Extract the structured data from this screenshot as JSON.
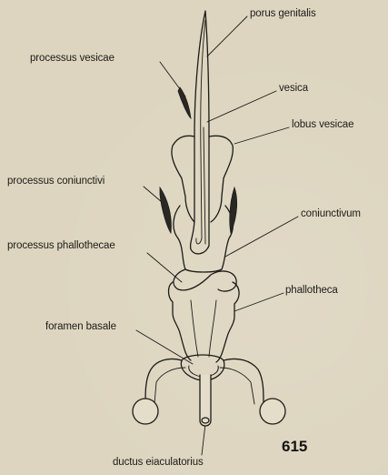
{
  "labels": {
    "porus_genitalis": "porus genitalis",
    "processus_vesicae": "processus vesicae",
    "vesica": "vesica",
    "lobus_vesicae": "lobus vesicae",
    "processus_coniunctivi": "processus coniunctivi",
    "coniunctivum": "coniunctivum",
    "processus_phallothecae": "processus phallothecae",
    "phallotheca": "phallotheca",
    "foramen_basale": "foramen basale",
    "ductus_eiaculatorius": "ductus eiaculatorius"
  },
  "figure_number": "615",
  "colors": {
    "background": "#ddd5bf",
    "ink": "#1c1b18",
    "dark_fill": "#2a2825"
  }
}
